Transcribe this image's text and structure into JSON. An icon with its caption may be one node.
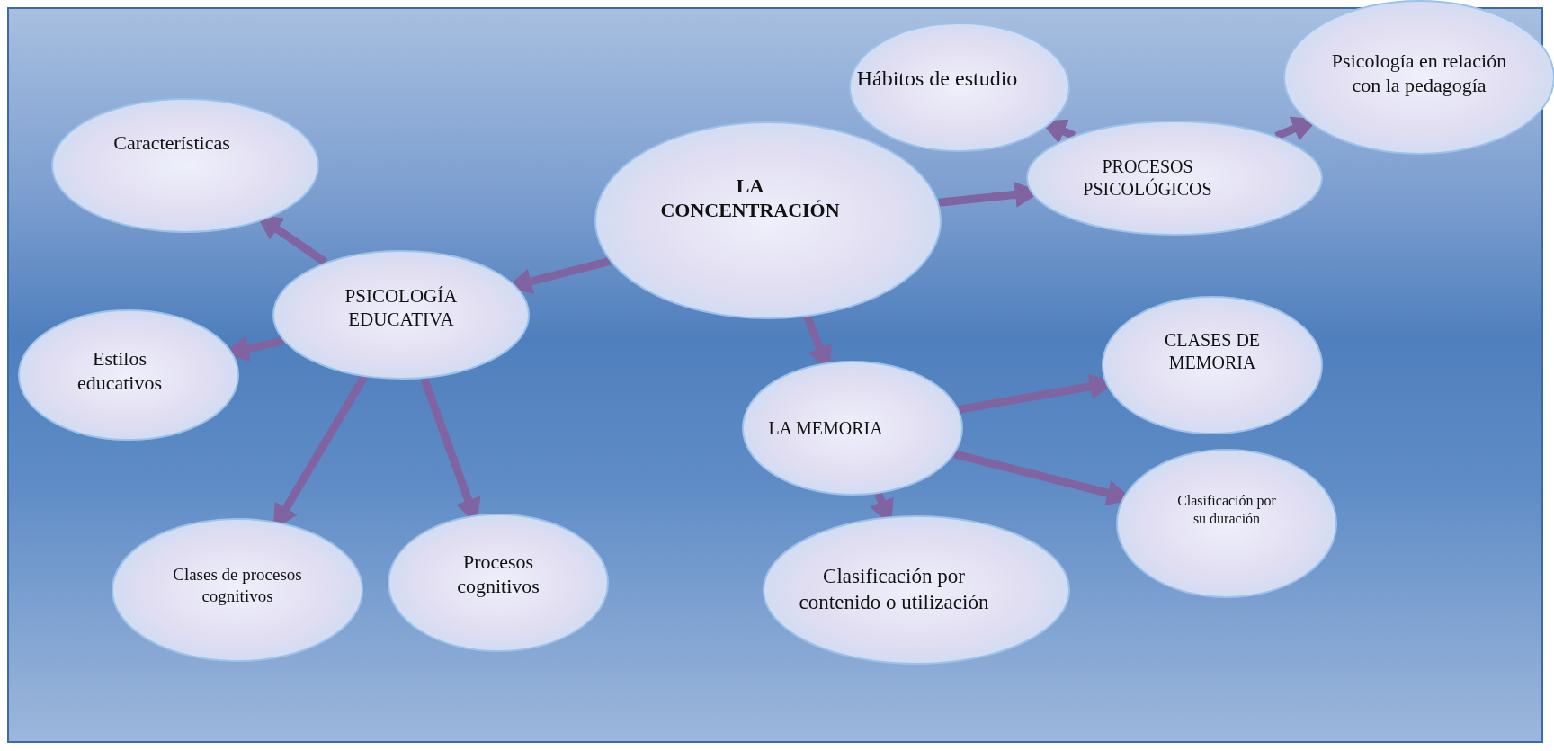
{
  "diagram": {
    "nodes": [
      {
        "text": [
          "LA CONCENTRACIÓN"
        ]
      },
      {
        "text": [
          "PSICOLOGÍA EDUCATIVA"
        ]
      },
      {
        "text": [
          "Características"
        ]
      },
      {
        "text": [
          "Estilos educativos"
        ]
      },
      {
        "text": [
          "Clases de procesos cognitivos"
        ]
      },
      {
        "text": [
          "Procesos cognitivos"
        ]
      },
      {
        "text": [
          "PROCESOS PSICOLÓGICOS"
        ]
      },
      {
        "text": [
          "Hábitos de estudio"
        ]
      },
      {
        "text": [
          "Psicología en relación con la pedagogía"
        ]
      },
      {
        "text": [
          "LA MEMORIA"
        ]
      },
      {
        "text": [
          "CLASES DE MEMORIA"
        ]
      },
      {
        "text": [
          "Clasificación por su duración"
        ]
      },
      {
        "text": [
          "Clasificación por contenido o utilización"
        ]
      }
    ],
    "edges": [
      {
        "from": 0,
        "to": 1,
        "arrow": "to"
      },
      {
        "from": 1,
        "to": 2,
        "arrow": "to"
      },
      {
        "from": 1,
        "to": 3,
        "arrow": "to"
      },
      {
        "from": 1,
        "to": 4,
        "arrow": "to"
      },
      {
        "from": 1,
        "to": 5,
        "arrow": "to"
      },
      {
        "from": 0,
        "to": 6,
        "arrow": "to"
      },
      {
        "from": 6,
        "to": 7,
        "arrow": "to"
      },
      {
        "from": 6,
        "to": 8,
        "arrow": "to"
      },
      {
        "from": 0,
        "to": 9,
        "arrow": "to"
      },
      {
        "from": 9,
        "to": 10,
        "arrow": "to"
      },
      {
        "from": 9,
        "to": 11,
        "arrow": "to"
      },
      {
        "from": 9,
        "to": 12,
        "arrow": "to"
      }
    ]
  }
}
